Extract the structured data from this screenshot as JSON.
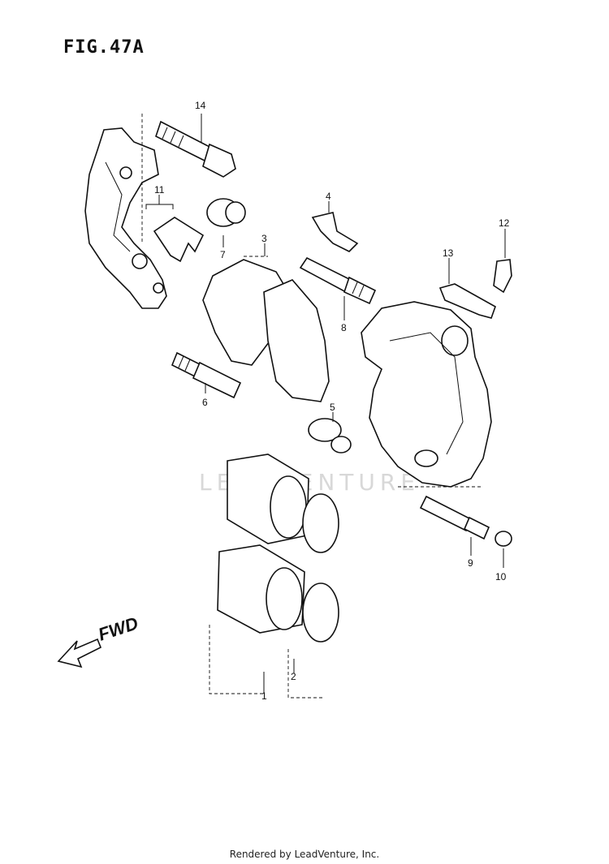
{
  "figure": {
    "title": "FIG.47A"
  },
  "watermark": "LEADVENTURE",
  "footer": "Rendered by LeadVenture, Inc.",
  "direction": {
    "label": "FWD"
  },
  "callouts": [
    {
      "id": "c1",
      "label": "1"
    },
    {
      "id": "c2",
      "label": "2"
    },
    {
      "id": "c3",
      "label": "3"
    },
    {
      "id": "c4",
      "label": "4"
    },
    {
      "id": "c5",
      "label": "5"
    },
    {
      "id": "c6",
      "label": "6"
    },
    {
      "id": "c7",
      "label": "7"
    },
    {
      "id": "c8",
      "label": "8"
    },
    {
      "id": "c9",
      "label": "9"
    },
    {
      "id": "c10",
      "label": "10"
    },
    {
      "id": "c11",
      "label": "11"
    },
    {
      "id": "c12",
      "label": "12"
    },
    {
      "id": "c13",
      "label": "13"
    },
    {
      "id": "c14",
      "label": "14"
    }
  ]
}
